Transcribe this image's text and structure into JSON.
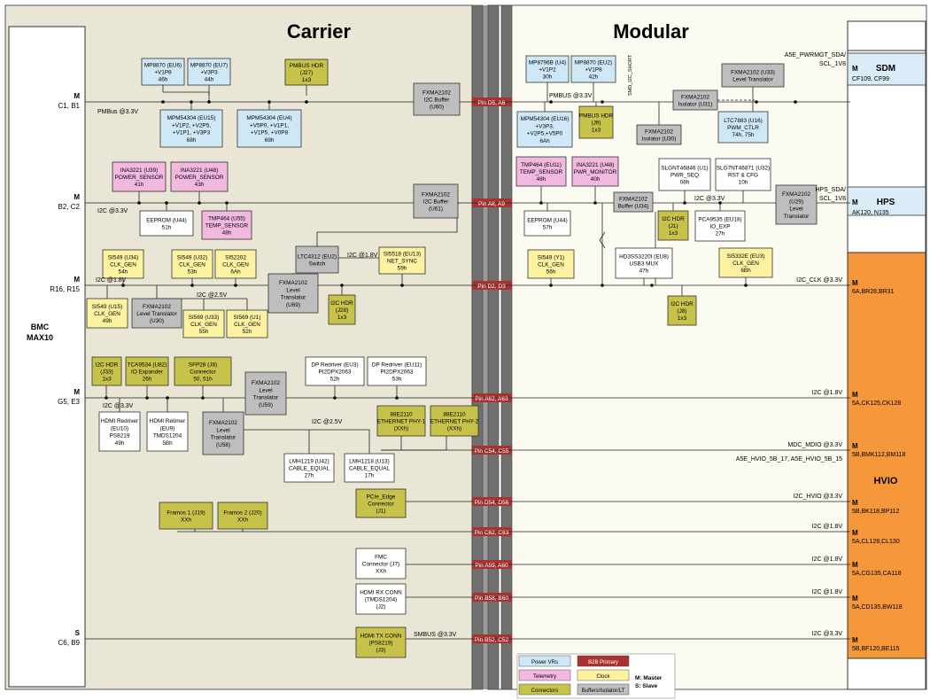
{
  "regions": {
    "carrier": "Carrier",
    "modular": "Modular"
  },
  "bmc": {
    "line1": "BMC",
    "line2": "MAX10"
  },
  "colors": {
    "power": "#cfe8f7",
    "telemetry": "#f2b8e0",
    "clock": "#fdf2a1",
    "connector": "#c7c24a",
    "buffer": "#bebebe",
    "primary": "#a8322f",
    "hvio": "#f5973a",
    "sdm": "#d9ecf7",
    "carrier_bg": "#e9e6d5",
    "modular_bg": "#fbfbf2",
    "b2b": "#707070"
  },
  "left_ports": [
    {
      "role": "M",
      "pins": "C1, B1"
    },
    {
      "role": "M",
      "pins": "B2, C2"
    },
    {
      "role": "M",
      "pins": "R16, R15"
    },
    {
      "role": "M",
      "pins": "G5, E3"
    },
    {
      "role": "S",
      "pins": "C6, B9"
    }
  ],
  "pins": [
    "Pin D5, A6",
    "Pin A8, A9",
    "Pin D2, D3",
    "Pin A62, A63",
    "Pin C54, C55",
    "Pin D54, D56",
    "Pin C62, C63",
    "Pin A59, A60",
    "Pin B58, B60",
    "Pin B52, C52"
  ],
  "labels": [
    "PMBus @3.3V",
    "PMBUS @3.3V",
    "I2C @3.3V",
    "I2C @3.3V",
    "I2C @1.8V",
    "I2C @1.8V",
    "I2C @2.5V",
    "I2C @3.3V",
    "I2C @2.5V",
    "SMBUS @3.3V",
    "SMD_I2C_SHORT",
    "A5E_PWRMGT_SDA/",
    "SCL_1V8",
    "HPS_SDA/",
    "SCL_1V8",
    "I2C_CLK @3.3V",
    "I2C @1.8V",
    "MDC_MDIO @3.3V",
    "A5E_HVIO_5B_17, A5E_HVIO_5B_15",
    "I2C_HVIO @3.3V",
    "I2C @1.8V",
    "I2C @1.8V",
    "I2C @1.8V",
    "I2C @3.3V"
  ],
  "right_blocks": [
    {
      "role": "M",
      "name": "SDM",
      "pins": "CF109, CF99"
    },
    {
      "role": "M",
      "name": "HPS",
      "pins": "AK120, N135"
    }
  ],
  "hvio": {
    "title": "HVIO",
    "ports": [
      {
        "role": "M",
        "pins": "6A,BR28,BR31"
      },
      {
        "role": "M",
        "pins": "5A,CK125,CK128"
      },
      {
        "role": "M",
        "pins": "5B,BMK112,BM118"
      },
      {
        "role": "M",
        "pins": "5B,BK118,BP112"
      },
      {
        "role": "M",
        "pins": "5A,CL128,CL130"
      },
      {
        "role": "M",
        "pins": "5A,CG135,CA118"
      },
      {
        "role": "M",
        "pins": "5A,CD135,BW118"
      },
      {
        "role": "M",
        "pins": "5B,BF120,BE115"
      }
    ]
  },
  "components": [
    {
      "lines": [
        "MP8870 (EU6)",
        "+V1P8",
        "46h"
      ]
    },
    {
      "lines": [
        "MP8870 (EU7)",
        "+V3P3",
        "44h"
      ]
    },
    {
      "lines": [
        "PMBUS HDR",
        "(J27)",
        "1x3"
      ]
    },
    {
      "lines": [
        "FXMA2102",
        "I2C Buffer",
        "(U60)"
      ]
    },
    {
      "lines": [
        "MPM54304 (EU15)",
        "+V1P2, +V2P5,",
        "+V1P1, +V3P3",
        "68h"
      ]
    },
    {
      "lines": [
        "MPM54304 (EU4)",
        "+V5P0, +V1P1,",
        "+V1P5, +V0P8",
        "69h"
      ]
    },
    {
      "lines": [
        "INA3221 (U39)",
        "POWER_SENSOR",
        "41h"
      ]
    },
    {
      "lines": [
        "INA3221 (U48)",
        "POWER_SENSOR",
        "43h"
      ]
    },
    {
      "lines": [
        "EEPROM (U44)",
        "51h"
      ]
    },
    {
      "lines": [
        "TMP464 (U55)",
        "TEMP_SENSOR",
        "48h"
      ]
    },
    {
      "lines": [
        "FXMA2102",
        "I2C Buffer",
        "(U61)"
      ]
    },
    {
      "lines": [
        "SI549 (U34)",
        "CLK_GEN",
        "54h"
      ]
    },
    {
      "lines": [
        "SI549 (U32)",
        "CLK_GEN",
        "53h"
      ]
    },
    {
      "lines": [
        "SI52202",
        "CLK_GEN",
        "6Ah"
      ]
    },
    {
      "lines": [
        "LTC4312 (EU2)",
        "Switch"
      ]
    },
    {
      "lines": [
        "SI5518 (EU13)",
        "NET_SYNC",
        "59h"
      ]
    },
    {
      "lines": [
        "FXMA2102",
        "Level",
        "Translator",
        "(U69)"
      ]
    },
    {
      "lines": [
        "I2C HDR",
        "(J28)",
        "1x3"
      ]
    },
    {
      "lines": [
        "SI549 (U15)",
        "CLK_GEN",
        "49h"
      ]
    },
    {
      "lines": [
        "FXMA2102",
        "Level Translator",
        "(U30)"
      ]
    },
    {
      "lines": [
        "SI569 (U33)",
        "CLK_GEN",
        "55h"
      ]
    },
    {
      "lines": [
        "SI569 (U1)",
        "CLK_GEN",
        "52h"
      ]
    },
    {
      "lines": [
        "I2C HDR",
        "(J33)",
        "1x3"
      ]
    },
    {
      "lines": [
        "TCA9534 (U82)",
        "IO Expander",
        "26h"
      ]
    },
    {
      "lines": [
        "SFP28 (J8)",
        "Connector",
        "50, 51h"
      ]
    },
    {
      "lines": [
        "FXMA2102",
        "Level",
        "Translator",
        "(U59)"
      ]
    },
    {
      "lines": [
        "DP Redriver (EU3)",
        "PI2DPX2063",
        "52h"
      ]
    },
    {
      "lines": [
        "DP Redriver (EU11)",
        "PI2DPX2063",
        "53h"
      ]
    },
    {
      "lines": [
        "HDMI Redriver",
        "(EU10)",
        "PS8219",
        "49h"
      ]
    },
    {
      "lines": [
        "HDMI Retimer",
        "(EU9)",
        "TMDS1204",
        "5Bh"
      ]
    },
    {
      "lines": [
        "FXMA2102",
        "Level",
        "Translator",
        "(U58)"
      ]
    },
    {
      "lines": [
        "LMH1219 (U42)",
        "CABLE_EQUAL",
        "27h"
      ]
    },
    {
      "lines": [
        "LMH1218 (U13)",
        "CABLE_EQUAL",
        "17h"
      ]
    },
    {
      "lines": [
        "Framos 1 (J19)",
        "XXh"
      ]
    },
    {
      "lines": [
        "Framos 2 (J20)",
        "XXh"
      ]
    },
    {
      "lines": [
        "PCIe_Edge",
        "Connector",
        "(J1)"
      ]
    },
    {
      "lines": [
        "MP8796B (U4)",
        "+V1P2",
        "30h"
      ]
    },
    {
      "lines": [
        "MP8870 (EU2)",
        "+V1P8",
        "42h"
      ]
    },
    {
      "lines": [
        "FXMA2102 (U33)",
        "Level Translator"
      ]
    },
    {
      "lines": [
        "FXMA2102",
        "Isolator (U31)"
      ]
    },
    {
      "lines": [
        "MPM54304 (EU16)",
        "+V3P3,",
        "+V2P5,+V5P0",
        "6Ah"
      ]
    },
    {
      "lines": [
        "PMBUS HDR",
        "(J9)",
        "1x3"
      ]
    },
    {
      "lines": [
        "FXMA2102",
        "Isolator (U30)"
      ]
    },
    {
      "lines": [
        "LTC7883 (U16)",
        "PWM_CTLR",
        "74h, 75h"
      ]
    },
    {
      "lines": [
        "TMP464 (EU11)",
        "TEMP_SENSOR",
        "48h"
      ]
    },
    {
      "lines": [
        "INA3221 (U48)",
        "PWR_MONITOR",
        "40h"
      ]
    },
    {
      "lines": [
        "SLGNT46846 (U1)",
        "PWR_SEQ",
        "08h"
      ]
    },
    {
      "lines": [
        "SLG7NT46871 (U32)",
        "RST & CFG",
        "10h"
      ]
    },
    {
      "lines": [
        "EEPROM (U44)",
        "57h"
      ]
    },
    {
      "lines": [
        "FXMA2102",
        "Buffer (U34)"
      ]
    },
    {
      "lines": [
        "I2C HDR",
        "(J1)",
        "1x3"
      ]
    },
    {
      "lines": [
        "PCA9535 (EU18)",
        "IO_EXP",
        "27h"
      ]
    },
    {
      "lines": [
        "FXMA2102",
        "(U29)",
        "Level",
        "Translator"
      ]
    },
    {
      "lines": [
        "SI549 (Y1)",
        "CLK_GEN",
        "56h"
      ]
    },
    {
      "lines": [
        "HD3SS3220I (EU8)",
        "USB3 MUX",
        "47h"
      ]
    },
    {
      "lines": [
        "SI5332E (EU3)",
        "CLK_GEN",
        "6Bh"
      ]
    },
    {
      "lines": [
        "I2C HDR",
        "(J8)",
        "1x3"
      ]
    },
    {
      "lines": [
        "88E2110",
        "ETHERNET PHY-1",
        "(XXh)"
      ]
    },
    {
      "lines": [
        "88E2110",
        "ETHERNET PHY-2",
        "(XXh)"
      ]
    },
    {
      "lines": [
        "FMC",
        "Connector (J7)",
        "XXh"
      ]
    },
    {
      "lines": [
        "HDMI RX CONN",
        "(TMDS1204)",
        "(J2)"
      ]
    },
    {
      "lines": [
        "HDMI TX CONN",
        "(PS8219)",
        "(J3)"
      ]
    }
  ],
  "legend": {
    "items": [
      "Power VRs",
      "B2B Primary",
      "Telemetry",
      "Clock",
      "Connectors",
      "Buffers/Isolator/LT"
    ],
    "notes": [
      "M: Master",
      "S: Slave"
    ]
  }
}
